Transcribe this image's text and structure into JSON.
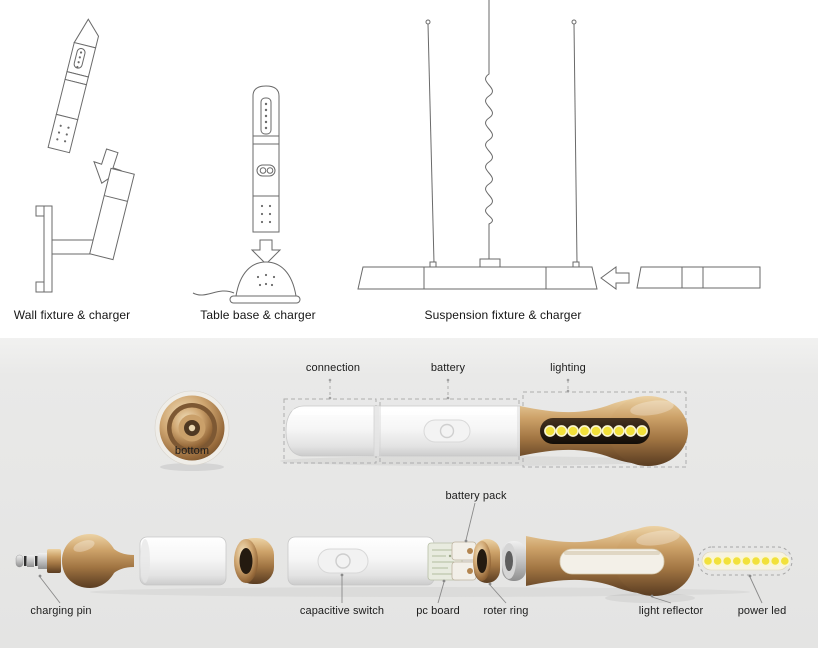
{
  "sheet": {
    "fixtures": {
      "wall_label": "Wall fixture & charger",
      "table_label": "Table base & charger",
      "suspension_label": "Suspension fixture & charger"
    },
    "assembled": {
      "connection_label": "connection",
      "battery_label": "battery",
      "lighting_label": "lighting",
      "bottom_label": "bottom"
    },
    "exploded": {
      "battery_pack_label": "battery pack",
      "charging_pin_label": "charging pin",
      "capacitive_switch_label": "capacitive switch",
      "pc_board_label": "pc board",
      "roter_ring_label": "roter ring",
      "light_reflector_label": "light reflector",
      "power_led_label": "power led",
      "led_count": 9
    },
    "colors": {
      "background": "#ffffff",
      "panel_background": "#e9e9e8",
      "bronze": "#b3854f",
      "led_yellow": "#f2e13b",
      "drawing_line": "#6a6a6a"
    }
  }
}
